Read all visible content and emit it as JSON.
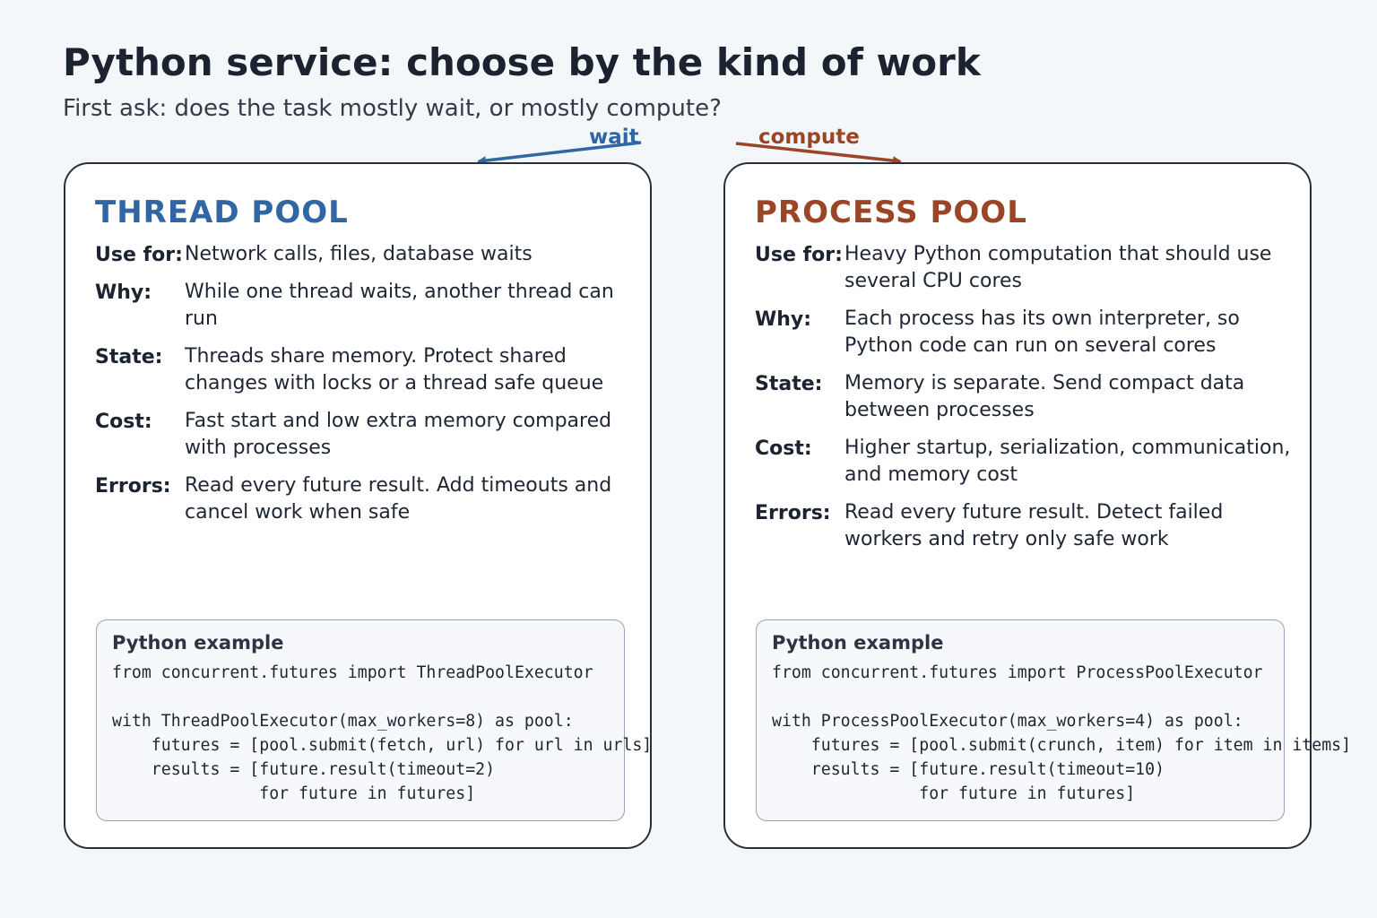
{
  "title": "Python service: choose by the kind of work",
  "subtitle": "First ask: does the task mostly wait, or mostly compute?",
  "arrows": {
    "wait_label": "wait",
    "compute_label": "compute",
    "wait_color": "#2f66a3",
    "compute_color": "#9c4526"
  },
  "thread_pool": {
    "title": "THREAD POOL",
    "color": "#2f66a3",
    "rows": [
      {
        "label": "Use for:",
        "text": "Network calls, files, database waits"
      },
      {
        "label": "Why:",
        "text": "While one thread waits, another thread can run"
      },
      {
        "label": "State:",
        "text": "Threads share memory. Protect shared changes with locks or a thread safe queue"
      },
      {
        "label": "Cost:",
        "text": "Fast start and low extra memory compared with processes"
      },
      {
        "label": "Errors:",
        "text": "Read every future result. Add timeouts and cancel work when safe"
      }
    ],
    "code": {
      "title": "Python example",
      "lines": [
        "from concurrent.futures import ThreadPoolExecutor",
        "",
        "with ThreadPoolExecutor(max_workers=8) as pool:",
        "    futures = [pool.submit(fetch, url) for url in urls]",
        "    results = [future.result(timeout=2)",
        "               for future in futures]"
      ]
    }
  },
  "process_pool": {
    "title": "PROCESS POOL",
    "color": "#9c4526",
    "rows": [
      {
        "label": "Use for:",
        "text": "Heavy Python computation that should use several CPU cores"
      },
      {
        "label": "Why:",
        "text": "Each process has its own interpreter, so Python code can run on several cores"
      },
      {
        "label": "State:",
        "text": "Memory is separate. Send compact data between processes"
      },
      {
        "label": "Cost:",
        "text": "Higher startup, serialization, communication, and memory cost"
      },
      {
        "label": "Errors:",
        "text": "Read every future result. Detect failed workers and retry only safe work"
      }
    ],
    "code": {
      "title": "Python example",
      "lines": [
        "from concurrent.futures import ProcessPoolExecutor",
        "",
        "with ProcessPoolExecutor(max_workers=4) as pool:",
        "    futures = [pool.submit(crunch, item) for item in items]",
        "    results = [future.result(timeout=10)",
        "               for future in futures]"
      ]
    }
  }
}
